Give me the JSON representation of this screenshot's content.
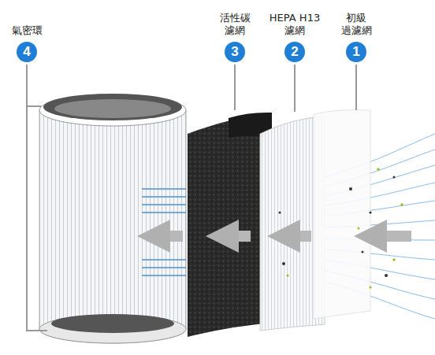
{
  "diagram": {
    "nodes": [
      {
        "text": [
          "氣密環",
          "4"
        ]
      },
      {
        "text": [
          "活性碳 濾網",
          "3"
        ]
      },
      {
        "text": [
          "HEPA H13 濾網",
          "2"
        ]
      },
      {
        "text": [
          "初級 過濾網",
          "1"
        ]
      }
    ]
  }
}
